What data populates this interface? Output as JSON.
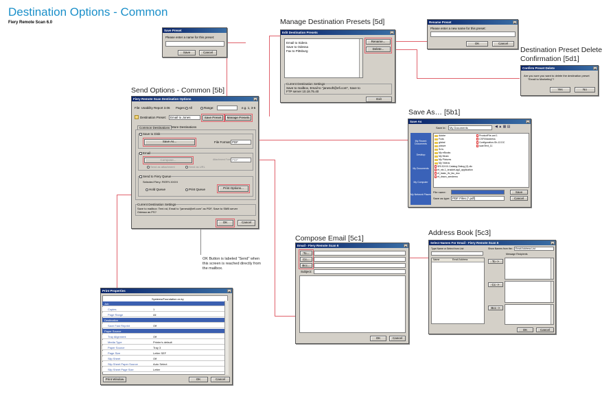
{
  "header": {
    "title": "Destination Options - Common",
    "subtitle": "Fiery Remote Scan 6.0"
  },
  "labels": {
    "save_preset": "",
    "manage_presets": "Manage Destination Presets [5d]",
    "rename_preset": "",
    "delete_confirm_line1": "Destination Preset Delete",
    "delete_confirm_line2": "Confirmation [5d1]",
    "send_options": "Send Options - Common [5b]",
    "save_as": "Save As… [5b1]",
    "compose_email": "Compose Email [5c1]",
    "address_book": "Address Book [5c3]",
    "print_properties": ""
  },
  "note_text": "OK Button is labeled \"Send\" when this screen is reached directly from the mailbox.",
  "save_preset": {
    "title": "Save Preset",
    "prompt": "Please enter a name for this preset:",
    "save_btn": "Save",
    "cancel_btn": "Cancel"
  },
  "edit_presets": {
    "title": "Edit Destination Presets",
    "items": [
      "Email to Sidera",
      "Save to Odessa",
      "Fax to Pittsburg"
    ],
    "rename_btn": "Rename...",
    "delete_btn": "Delete...",
    "settings_label": "Current Destination Settings",
    "settings_line1": "Save to mailbox, Email to \"janesoft@efi.com\", Save to",
    "settings_line2": "FTP server 10.18.75.40",
    "exit_btn": "Exit"
  },
  "rename_preset": {
    "title": "Rename Preset",
    "prompt": "Please enter a new name for this preset:",
    "ok_btn": "OK",
    "cancel_btn": "Cancel"
  },
  "confirm_delete": {
    "title": "Confirm Preset Delete",
    "line1": "Are you sure you want to delete the destination preset",
    "line2": "\"Email to Marketing\"?",
    "yes_btn": "Yes",
    "no_btn": "No"
  },
  "dest_options": {
    "title": "Fiery Remote Scan Destination Options",
    "file_label": "File: Usability Report 3.06",
    "pages_label": "Pages:",
    "all_label": "All",
    "range_label": "Range:",
    "range_hint": "e.g. 1, 3-5",
    "preset_label": "Destination Preset:",
    "preset_value": "Email to Jones",
    "save_preset_btn": "Save Preset",
    "manage_presets_btn": "Manage Presets",
    "tab_common": "Common Destinations",
    "tab_more": "More Destinations",
    "save_to_disk": "Save to Disk",
    "save_as_btn": "Save As...",
    "file_format_label": "File Format:",
    "file_format_value": "PDF",
    "email_label": "Email",
    "compose_btn": "Compose...",
    "email_format_label": "Attachment Format:",
    "email_format_value": "PDF",
    "send_attachment": "Send as attachment",
    "send_url": "Send as URL",
    "send_fiery_queue": "Send to Fiery Queue",
    "selected_fiery_label": "Selected Fiery: FIERY-XXXX",
    "hold_queue": "Hold Queue",
    "print_queue": "Print Queue",
    "print_options_btn": "Print Options...",
    "current_label": "Current Destination Settings",
    "current_line1": "Save to mailbox: Terri.nd, Email to \"jamesd@efi.com\" as PDF, Save to SMB server",
    "current_line2": "Odessa as PS?",
    "ok_btn": "OK",
    "cancel_btn": "Cancel"
  },
  "save_as_dialog": {
    "title": "Save As",
    "save_in_label": "Save in:",
    "save_in_value": "My Documents",
    "sidebar": [
      "My Recent Documents",
      "Desktop",
      "My Documents",
      "My Computer",
      "My Network Places"
    ],
    "col1": [
      "Adobe",
      "Fods",
      "global",
      "picture",
      "Sr.ts",
      "My eBooks",
      "My Music",
      "My Pictures",
      "My Videos",
      "SRI.SXXX.Catalog Dialog (2)-dic",
      "ef_ntx-1_bracket-ag4_application",
      "ef_basic_ifv_fac_doc",
      "ef_dravo_sendemu"
    ],
    "col2": [
      "ProductFile-ant 1",
      "CSF00Address",
      "Configuration-Sh-12.DC",
      "scanText_11"
    ],
    "file_name_label": "File name:",
    "file_name_value": "",
    "save_type_label": "Save as type:",
    "save_type_value": "PDF Files (*.pdf)",
    "save_btn": "Save",
    "cancel_btn": "Cancel"
  },
  "compose": {
    "title": "Email - Fiery Remote Scan 6",
    "to_btn": "To...",
    "cc_btn": "Cc...",
    "bcc_btn": "Bcc...",
    "subject_label": "Subject:",
    "ok_btn": "OK",
    "cancel_btn": "Cancel"
  },
  "address_book_dlg": {
    "title": "Select Names For Email - Fiery Remote Scan 6",
    "search_label": "Type Name or Select from List:",
    "show_names_label": "Show Names from the:",
    "show_names_value": "Email Address List",
    "message_recipients": "Message Recipients",
    "col_name": "Name",
    "col_email": "Email Address",
    "to_btn": "To ->",
    "cc_btn": "Cc ->",
    "bcc_btn": "Bcc ->",
    "ok_btn": "OK",
    "cancel_btn": "Cancel"
  },
  "print_props": {
    "title": "Print Properties",
    "header_col": "Systems/Foundation.xx.ky",
    "rows": [
      {
        "kind": "cat",
        "key": "Job",
        "value": ""
      },
      {
        "kind": "sub",
        "key": "Copies",
        "value": "1"
      },
      {
        "kind": "sub",
        "key": "Page Range",
        "value": "All"
      },
      {
        "kind": "cat",
        "key": "Destination",
        "value": ""
      },
      {
        "kind": "sub",
        "key": "Save Fast Reprint",
        "value": "Off"
      },
      {
        "kind": "cat",
        "key": "Paper Source",
        "value": ""
      },
      {
        "kind": "sub",
        "key": "Tray Alignment",
        "value": "Off"
      },
      {
        "kind": "sub",
        "key": "Media Type",
        "value": "Printer's default"
      },
      {
        "kind": "sub",
        "key": "Paper Source",
        "value": "Tray 3"
      },
      {
        "kind": "sub",
        "key": "Page Size",
        "value": "Letter SEF"
      },
      {
        "kind": "sub",
        "key": "Slip Sheet",
        "value": "Off"
      },
      {
        "kind": "sub",
        "key": "Slip Sheet Paper Source",
        "value": "Auto Select"
      },
      {
        "kind": "sub",
        "key": "Slip Sheet Page Size",
        "value": "Letter"
      }
    ],
    "print_window_btn": "Print Window",
    "ok_btn": "OK",
    "cancel_btn": "Cancel"
  },
  "colors": {
    "title_blue": "#1a8fc9",
    "callout_red": "#e0606a",
    "titlebar_blue": "#0a246a",
    "window_gray": "#d4d0c8"
  }
}
